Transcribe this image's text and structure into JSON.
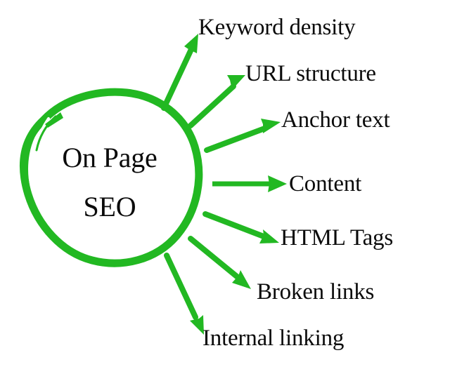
{
  "diagram": {
    "type": "radial-concept-map",
    "title": "On Page SEO",
    "background_color": "#ffffff",
    "accent_color": "#22b822",
    "text_color": "#0b0b0b",
    "center": {
      "line1": "On Page",
      "line2": "SEO",
      "shape": "hand-drawn-circle"
    },
    "branches": [
      {
        "label": "Keyword density",
        "arrow": "arrow-keyword-density"
      },
      {
        "label": "URL structure",
        "arrow": "arrow-url-structure"
      },
      {
        "label": "Anchor text",
        "arrow": "arrow-anchor-text"
      },
      {
        "label": "Content",
        "arrow": "arrow-content"
      },
      {
        "label": "HTML Tags",
        "arrow": "arrow-html-tags"
      },
      {
        "label": "Broken links",
        "arrow": "arrow-broken-links"
      },
      {
        "label": "Internal linking",
        "arrow": "arrow-internal-linking"
      }
    ]
  }
}
